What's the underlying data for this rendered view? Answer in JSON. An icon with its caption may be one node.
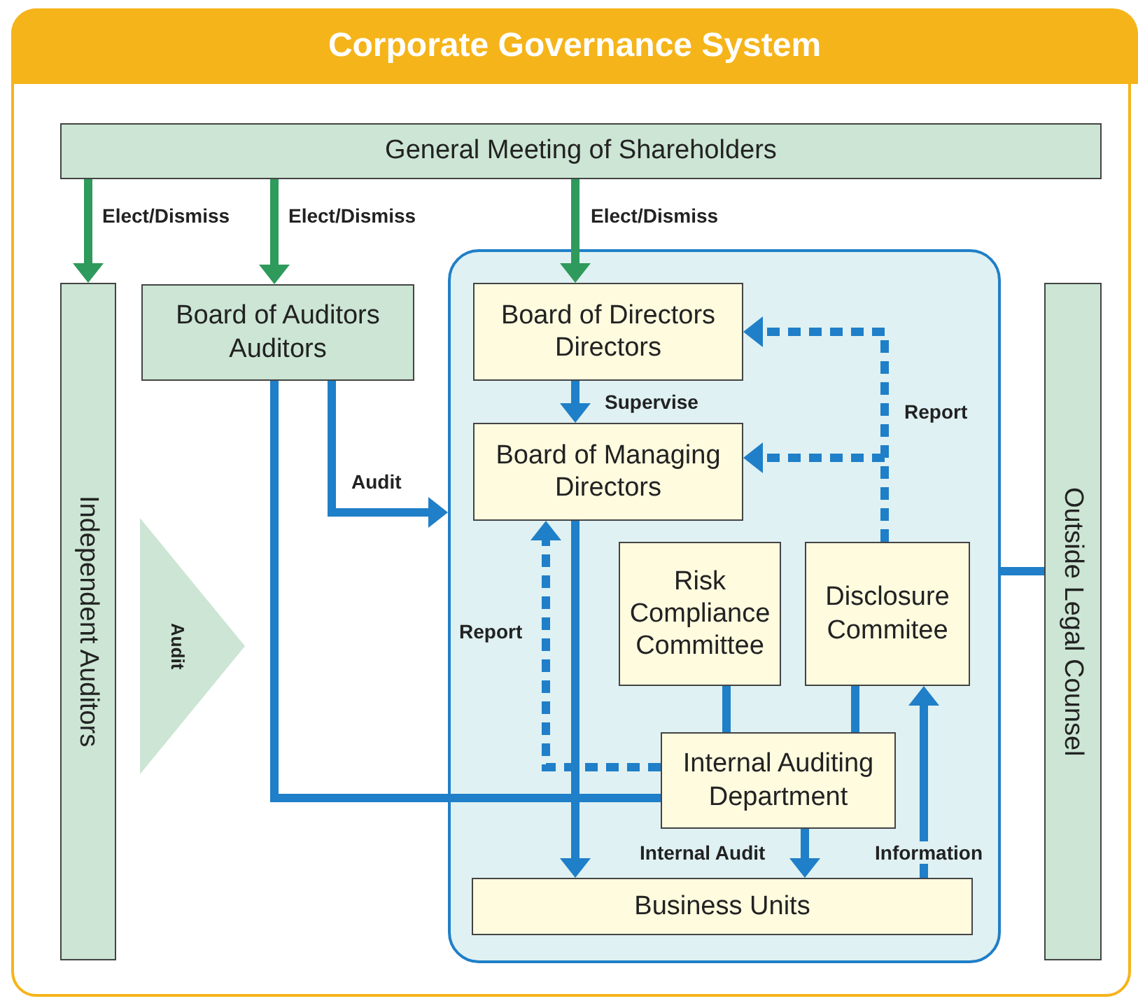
{
  "diagram": {
    "title": "Corporate Governance System",
    "nodes": [
      {
        "text": [
          "General Meeting of Shareholders"
        ]
      },
      {
        "text": [
          "Independent Auditors"
        ]
      },
      {
        "text": [
          "Board of Auditors",
          "Auditors"
        ]
      },
      {
        "text": [],
        "shape": "box"
      },
      {
        "text": [
          "Board of Directors",
          "Directors"
        ],
        "in": 3
      },
      {
        "text": [
          "Board of Managing Directors"
        ],
        "in": 3
      },
      {
        "text": [
          "Risk Compliance Committee"
        ],
        "in": 3
      },
      {
        "text": [
          "Disclosure Commitee"
        ],
        "in": 3
      },
      {
        "text": [
          "Internal Auditing Department"
        ],
        "in": 3
      },
      {
        "text": [
          "Business Units"
        ],
        "in": 3
      },
      {
        "text": [
          "Outside Legal Counsel"
        ]
      },
      {
        "text": [
          "Audit"
        ]
      }
    ],
    "edges": [
      {
        "from": 0,
        "to": 1,
        "arrow": "to",
        "label": "Elect/Dismiss",
        "color": "#2e9a5c"
      },
      {
        "from": 0,
        "to": 2,
        "arrow": "to",
        "label": "Elect/Dismiss",
        "color": "#2e9a5c"
      },
      {
        "from": 0,
        "to": 4,
        "arrow": "to",
        "label": "Elect/Dismiss",
        "color": "#2e9a5c"
      },
      {
        "from": 2,
        "to": 3,
        "arrow": "to",
        "label": "Audit"
      },
      {
        "from": 2,
        "to": 8,
        "arrow": "none"
      },
      {
        "from": 4,
        "to": 5,
        "arrow": "to",
        "label": "Supervise"
      },
      {
        "from": 7,
        "to": 4,
        "arrow": "to",
        "label": "Report",
        "style": "dashed"
      },
      {
        "from": 7,
        "to": 5,
        "arrow": "to",
        "style": "dashed"
      },
      {
        "from": 8,
        "to": 5,
        "arrow": "to",
        "label": "Report",
        "style": "dashed"
      },
      {
        "from": 5,
        "to": 9,
        "arrow": "to"
      },
      {
        "from": 8,
        "to": 9,
        "arrow": "to",
        "label": "Internal Audit"
      },
      {
        "from": 9,
        "to": 7,
        "arrow": "to",
        "label": "Information"
      },
      {
        "from": 6,
        "to": 8,
        "arrow": "none"
      },
      {
        "from": 7,
        "to": 8,
        "arrow": "none"
      },
      {
        "from": 3,
        "to": 10,
        "arrow": "none"
      }
    ]
  }
}
